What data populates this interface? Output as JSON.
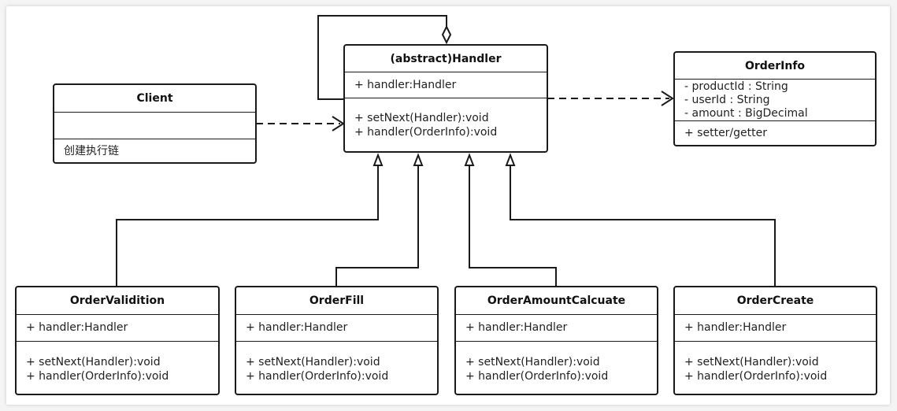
{
  "classes": {
    "handler": {
      "name": "(abstract)Handler",
      "attributes": [
        "+ handler:Handler"
      ],
      "methods": [
        "+ setNext(Handler):void",
        "+ handler(OrderInfo):void"
      ]
    },
    "client": {
      "name": "Client",
      "attributes": [],
      "methods": [
        "创建执行链"
      ]
    },
    "order_info": {
      "name": "OrderInfo",
      "attributes": [
        "- productId : String",
        "- userId : String",
        "- amount : BigDecimal"
      ],
      "methods": [
        "+ setter/getter"
      ]
    },
    "order_validition": {
      "name": "OrderValidition",
      "attributes": [
        "+ handler:Handler"
      ],
      "methods": [
        "+ setNext(Handler):void",
        "+ handler(OrderInfo):void"
      ]
    },
    "order_fill": {
      "name": "OrderFill",
      "attributes": [
        "+ handler:Handler"
      ],
      "methods": [
        "+ setNext(Handler):void",
        "+ handler(OrderInfo):void"
      ]
    },
    "order_amount_calcuate": {
      "name": "OrderAmountCalcuate",
      "attributes": [
        "+ handler:Handler"
      ],
      "methods": [
        "+ setNext(Handler):void",
        "+ handler(OrderInfo):void"
      ]
    },
    "order_create": {
      "name": "OrderCreate",
      "attributes": [
        "+ handler:Handler"
      ],
      "methods": [
        "+ setNext(Handler):void",
        "+ handler(OrderInfo):void"
      ]
    }
  },
  "colors": {
    "line": "#1a1a1a",
    "background": "#ffffff"
  }
}
